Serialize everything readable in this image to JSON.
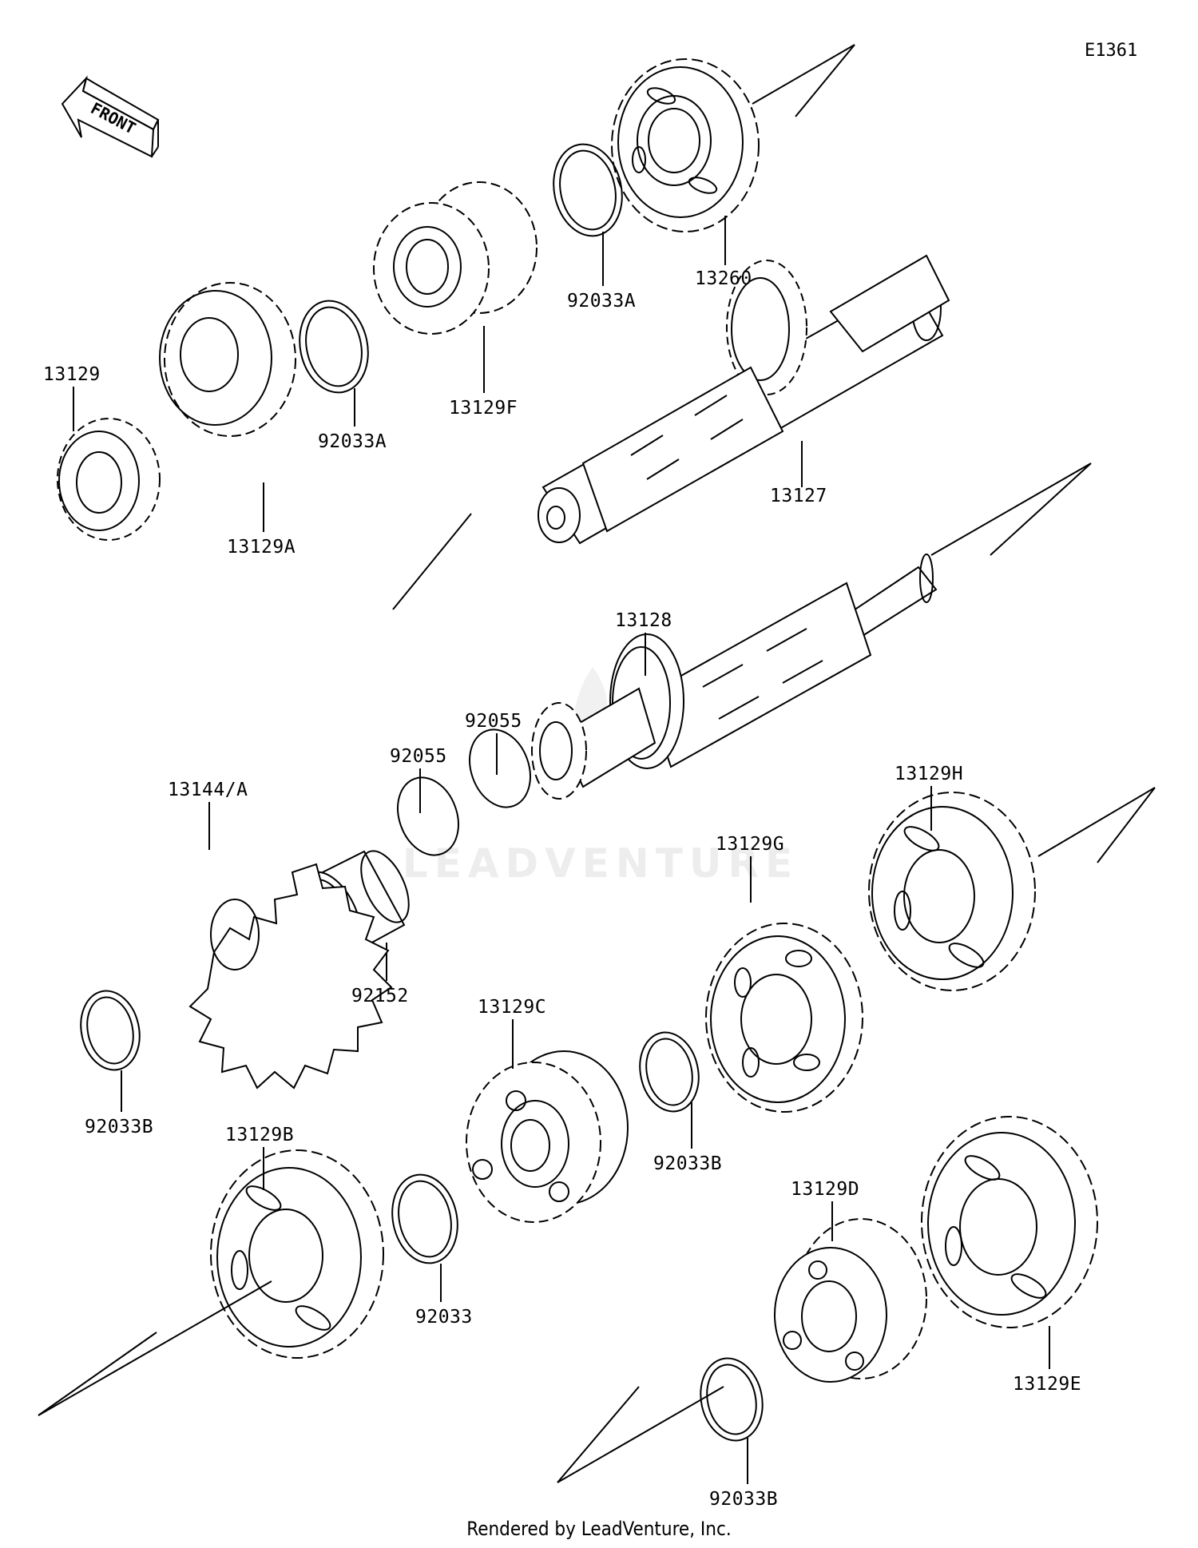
{
  "diagram_id": "E1361",
  "front_marker": "FRONT",
  "watermark": "LEADVENTURE",
  "footer": "Rendered by LeadVenture, Inc.",
  "parts": [
    {
      "id": "p13260",
      "label": "13260"
    },
    {
      "id": "p92033A1",
      "label": "92033A"
    },
    {
      "id": "p13129F",
      "label": "13129F"
    },
    {
      "id": "p92033A2",
      "label": "92033A"
    },
    {
      "id": "p13129",
      "label": "13129"
    },
    {
      "id": "p13129A",
      "label": "13129A"
    },
    {
      "id": "p13127",
      "label": "13127"
    },
    {
      "id": "p13128",
      "label": "13128"
    },
    {
      "id": "p92055a",
      "label": "92055"
    },
    {
      "id": "p92055b",
      "label": "92055"
    },
    {
      "id": "p13144A",
      "label": "13144/A"
    },
    {
      "id": "p92152",
      "label": "92152"
    },
    {
      "id": "p13129H",
      "label": "13129H"
    },
    {
      "id": "p13129G",
      "label": "13129G"
    },
    {
      "id": "p92033B1",
      "label": "92033B"
    },
    {
      "id": "p13129C",
      "label": "13129C"
    },
    {
      "id": "p92033B2",
      "label": "92033B"
    },
    {
      "id": "p13129B",
      "label": "13129B"
    },
    {
      "id": "p92033",
      "label": "92033"
    },
    {
      "id": "p13129D",
      "label": "13129D"
    },
    {
      "id": "p13129E",
      "label": "13129E"
    },
    {
      "id": "p92033B3",
      "label": "92033B"
    }
  ]
}
